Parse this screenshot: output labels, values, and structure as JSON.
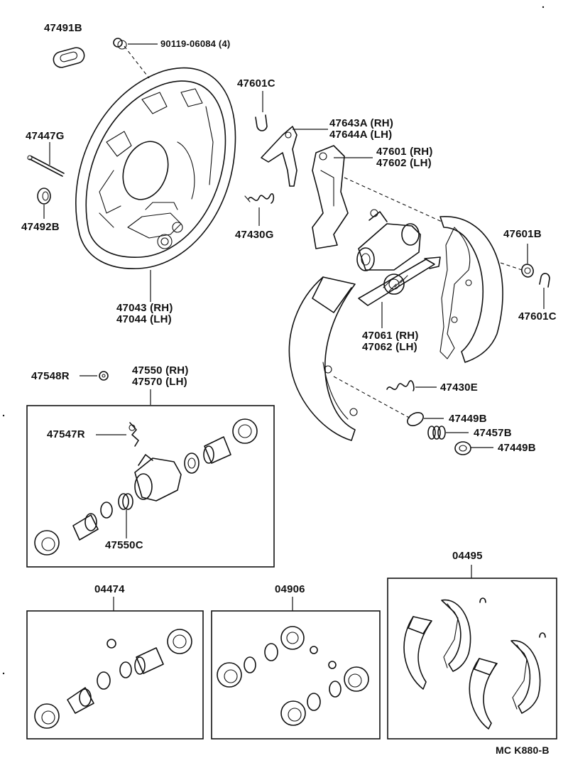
{
  "diagram": {
    "title_code": "MC K880-B",
    "parts": {
      "p47491B": "47491B",
      "p90119": "90119-06084 (4)",
      "p47601C_top": "47601C",
      "p47643A": "47643A (RH)",
      "p47644A": "47644A (LH)",
      "p47447G": "47447G",
      "p47601": "47601 (RH)",
      "p47602": "47602 (LH)",
      "p47492B": "47492B",
      "p47430G": "47430G",
      "p47601B": "47601B",
      "p47043": "47043 (RH)",
      "p47044": "47044 (LH)",
      "p47601C_right": "47601C",
      "p47061": "47061 (RH)",
      "p47062": "47062 (LH)",
      "p47548R": "47548R",
      "p47550": "47550 (RH)",
      "p47570": "47570 (LH)",
      "p47430E": "47430E",
      "p47449B_a": "47449B",
      "p47547R": "47547R",
      "p47457B": "47457B",
      "p47449B_b": "47449B",
      "p47550C": "47550C",
      "kit04495": "04495",
      "kit04474": "04474",
      "kit04906": "04906"
    }
  }
}
